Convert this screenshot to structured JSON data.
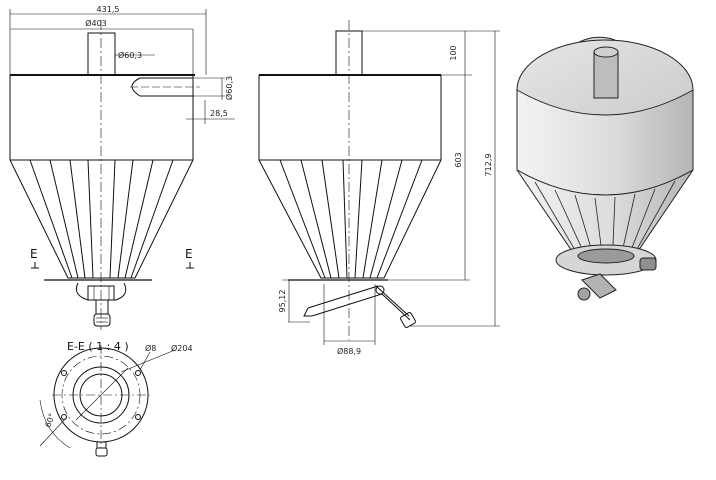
{
  "drawing": {
    "front_view": {
      "overall_width": "431,5",
      "body_diameter": "Ø403",
      "outlet_diameter": "Ø60,3",
      "inlet_diameter": "Ø60,3",
      "inlet_offset": "28,5",
      "section_marker_left": "E",
      "section_marker_right": "E"
    },
    "side_view": {
      "top_pipe_height": "100",
      "body_height": "603",
      "total_height": "712,9",
      "flange_drop": "95,12",
      "bottom_diameter": "Ø88,9"
    },
    "section_view": {
      "title": "E-E ( 1 : 4 )",
      "hole_diameter": "Ø8",
      "bolt_circle_diameter": "Ø204",
      "angle": "60°"
    },
    "iso_view": {
      "fill_color": "#d4d4d4",
      "shade_color": "#a9a9a9"
    }
  }
}
